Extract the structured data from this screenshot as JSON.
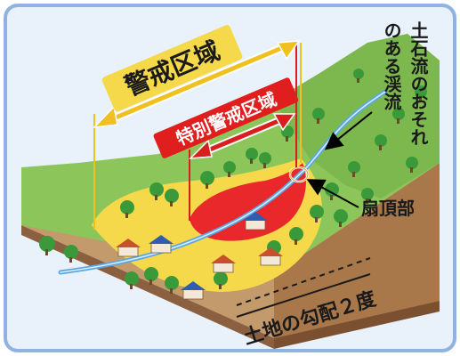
{
  "labels": {
    "warning_zone": "警戒区域",
    "special_warning_zone": "特別警戒区域",
    "stream_line1": "土石流のおそれ",
    "stream_line2": "のある渓流",
    "fan_apex": "扇頂部",
    "slope_gradient": "土地の勾配２度"
  },
  "colors": {
    "frame_border": "#8fb3e0",
    "frame_bg": "#e9f1fb",
    "warning_zone": "#f5d94a",
    "special_warning_zone": "#e8282a",
    "warning_arrow": "#f0c020",
    "special_arrow": "#d81e1e",
    "special_label_bg": "#e01e1e",
    "hillside": "#8cc65a",
    "ground_front": "#c39a6c",
    "ground_side": "#a8784a",
    "stream": "#5aa7e6"
  },
  "icons": [
    "tree-icon",
    "house-icon",
    "arrow-icon",
    "circle-marker-icon"
  ]
}
